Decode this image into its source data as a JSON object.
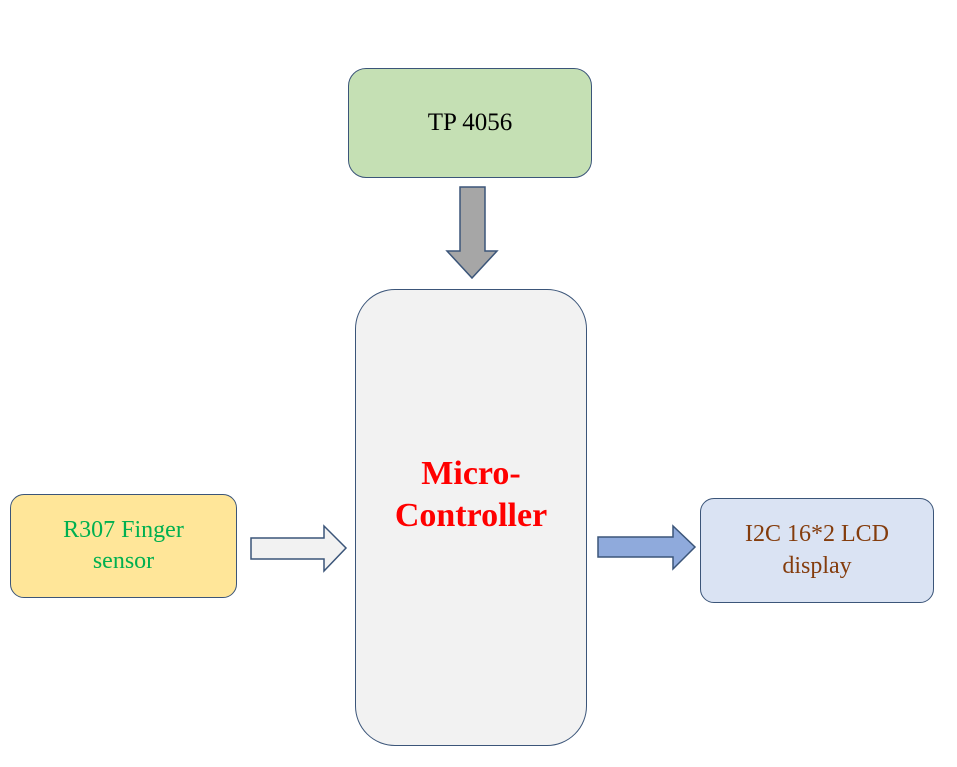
{
  "blocks": {
    "tp4056": {
      "label": "TP 4056"
    },
    "microcontroller": {
      "line1": "Micro-",
      "line2": "Controller"
    },
    "finger_sensor": {
      "line1": "R307 Finger",
      "line2": "sensor"
    },
    "lcd_display": {
      "line1": "I2C 16*2 LCD",
      "line2": "display"
    }
  },
  "colors": {
    "tp4056_fill": "#c5e0b4",
    "microcontroller_fill": "#f2f2f2",
    "microcontroller_text": "#ff0000",
    "finger_fill": "#ffe699",
    "finger_text": "#00b050",
    "lcd_fill": "#dae3f3",
    "lcd_text": "#843c0c",
    "border": "#3b5579",
    "arrow_power": "#a6a6a6",
    "arrow_input": "#f2f2f2",
    "arrow_output": "#8faadc"
  },
  "connections": [
    {
      "from": "tp4056",
      "to": "microcontroller",
      "direction": "down"
    },
    {
      "from": "finger_sensor",
      "to": "microcontroller",
      "direction": "right"
    },
    {
      "from": "microcontroller",
      "to": "lcd_display",
      "direction": "right"
    }
  ]
}
